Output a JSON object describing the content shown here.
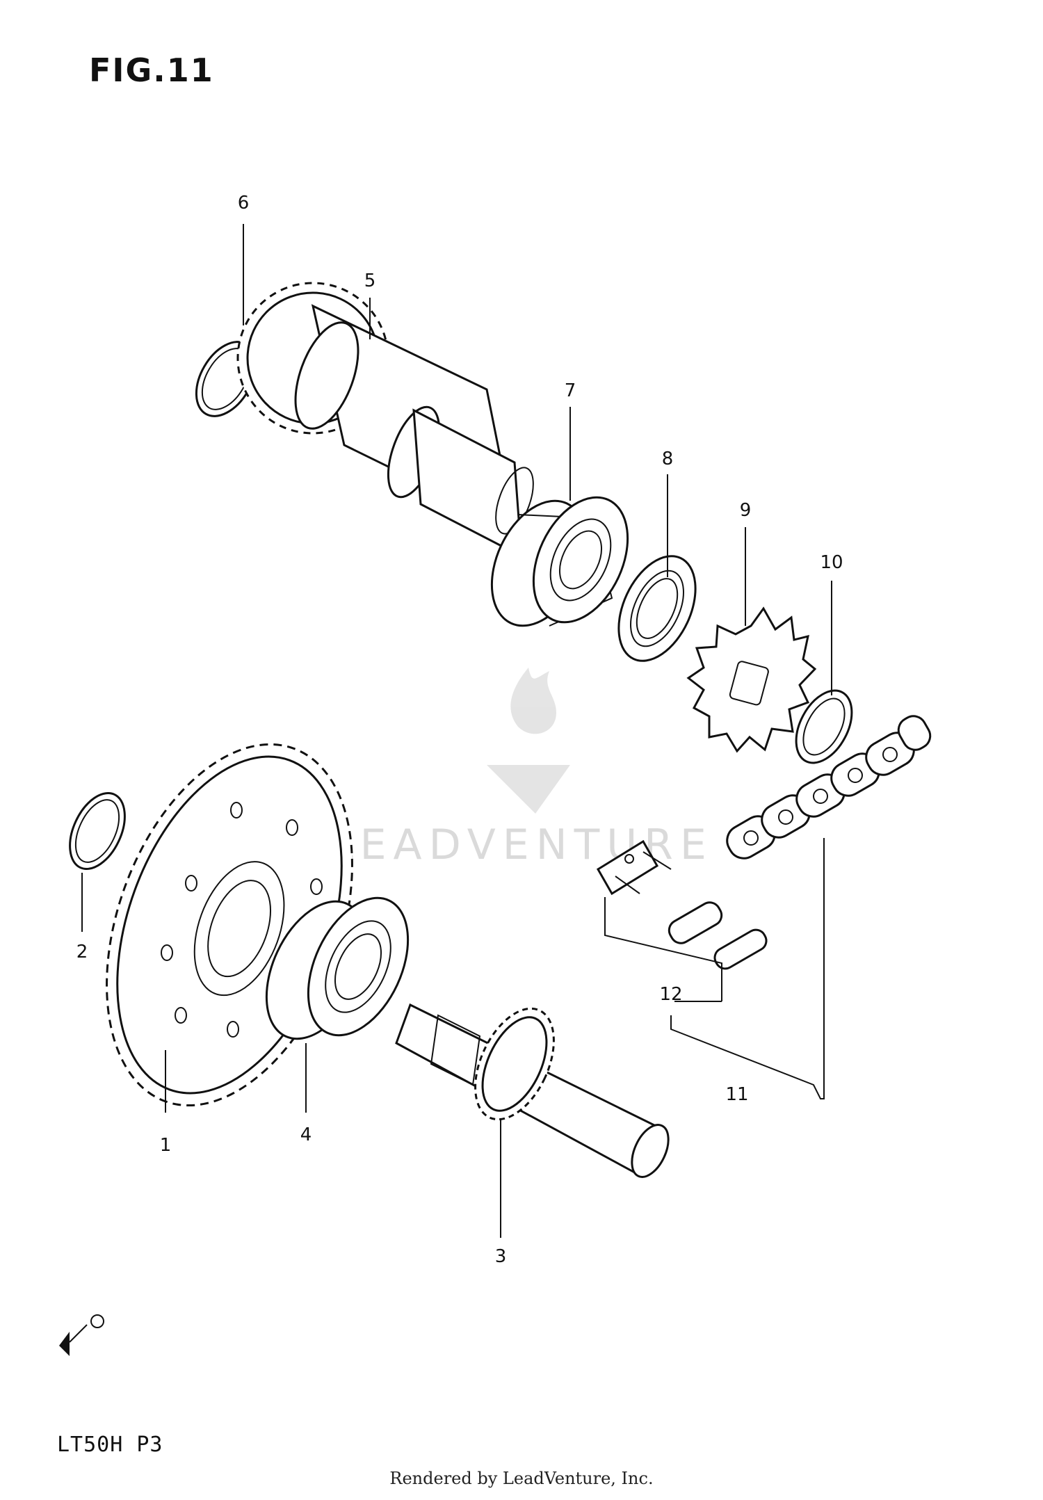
{
  "figure": {
    "title": "FIG.11"
  },
  "watermark": {
    "text": "LEADVENTURE"
  },
  "callouts": {
    "c1": "1",
    "c2": "2",
    "c3": "3",
    "c4": "4",
    "c5": "5",
    "c6": "6",
    "c7": "7",
    "c8": "8",
    "c9": "9",
    "c10": "10",
    "c11": "11",
    "c12": "12"
  },
  "footer": {
    "code": "LT50H P3",
    "credit": "Rendered by LeadVenture, Inc."
  }
}
